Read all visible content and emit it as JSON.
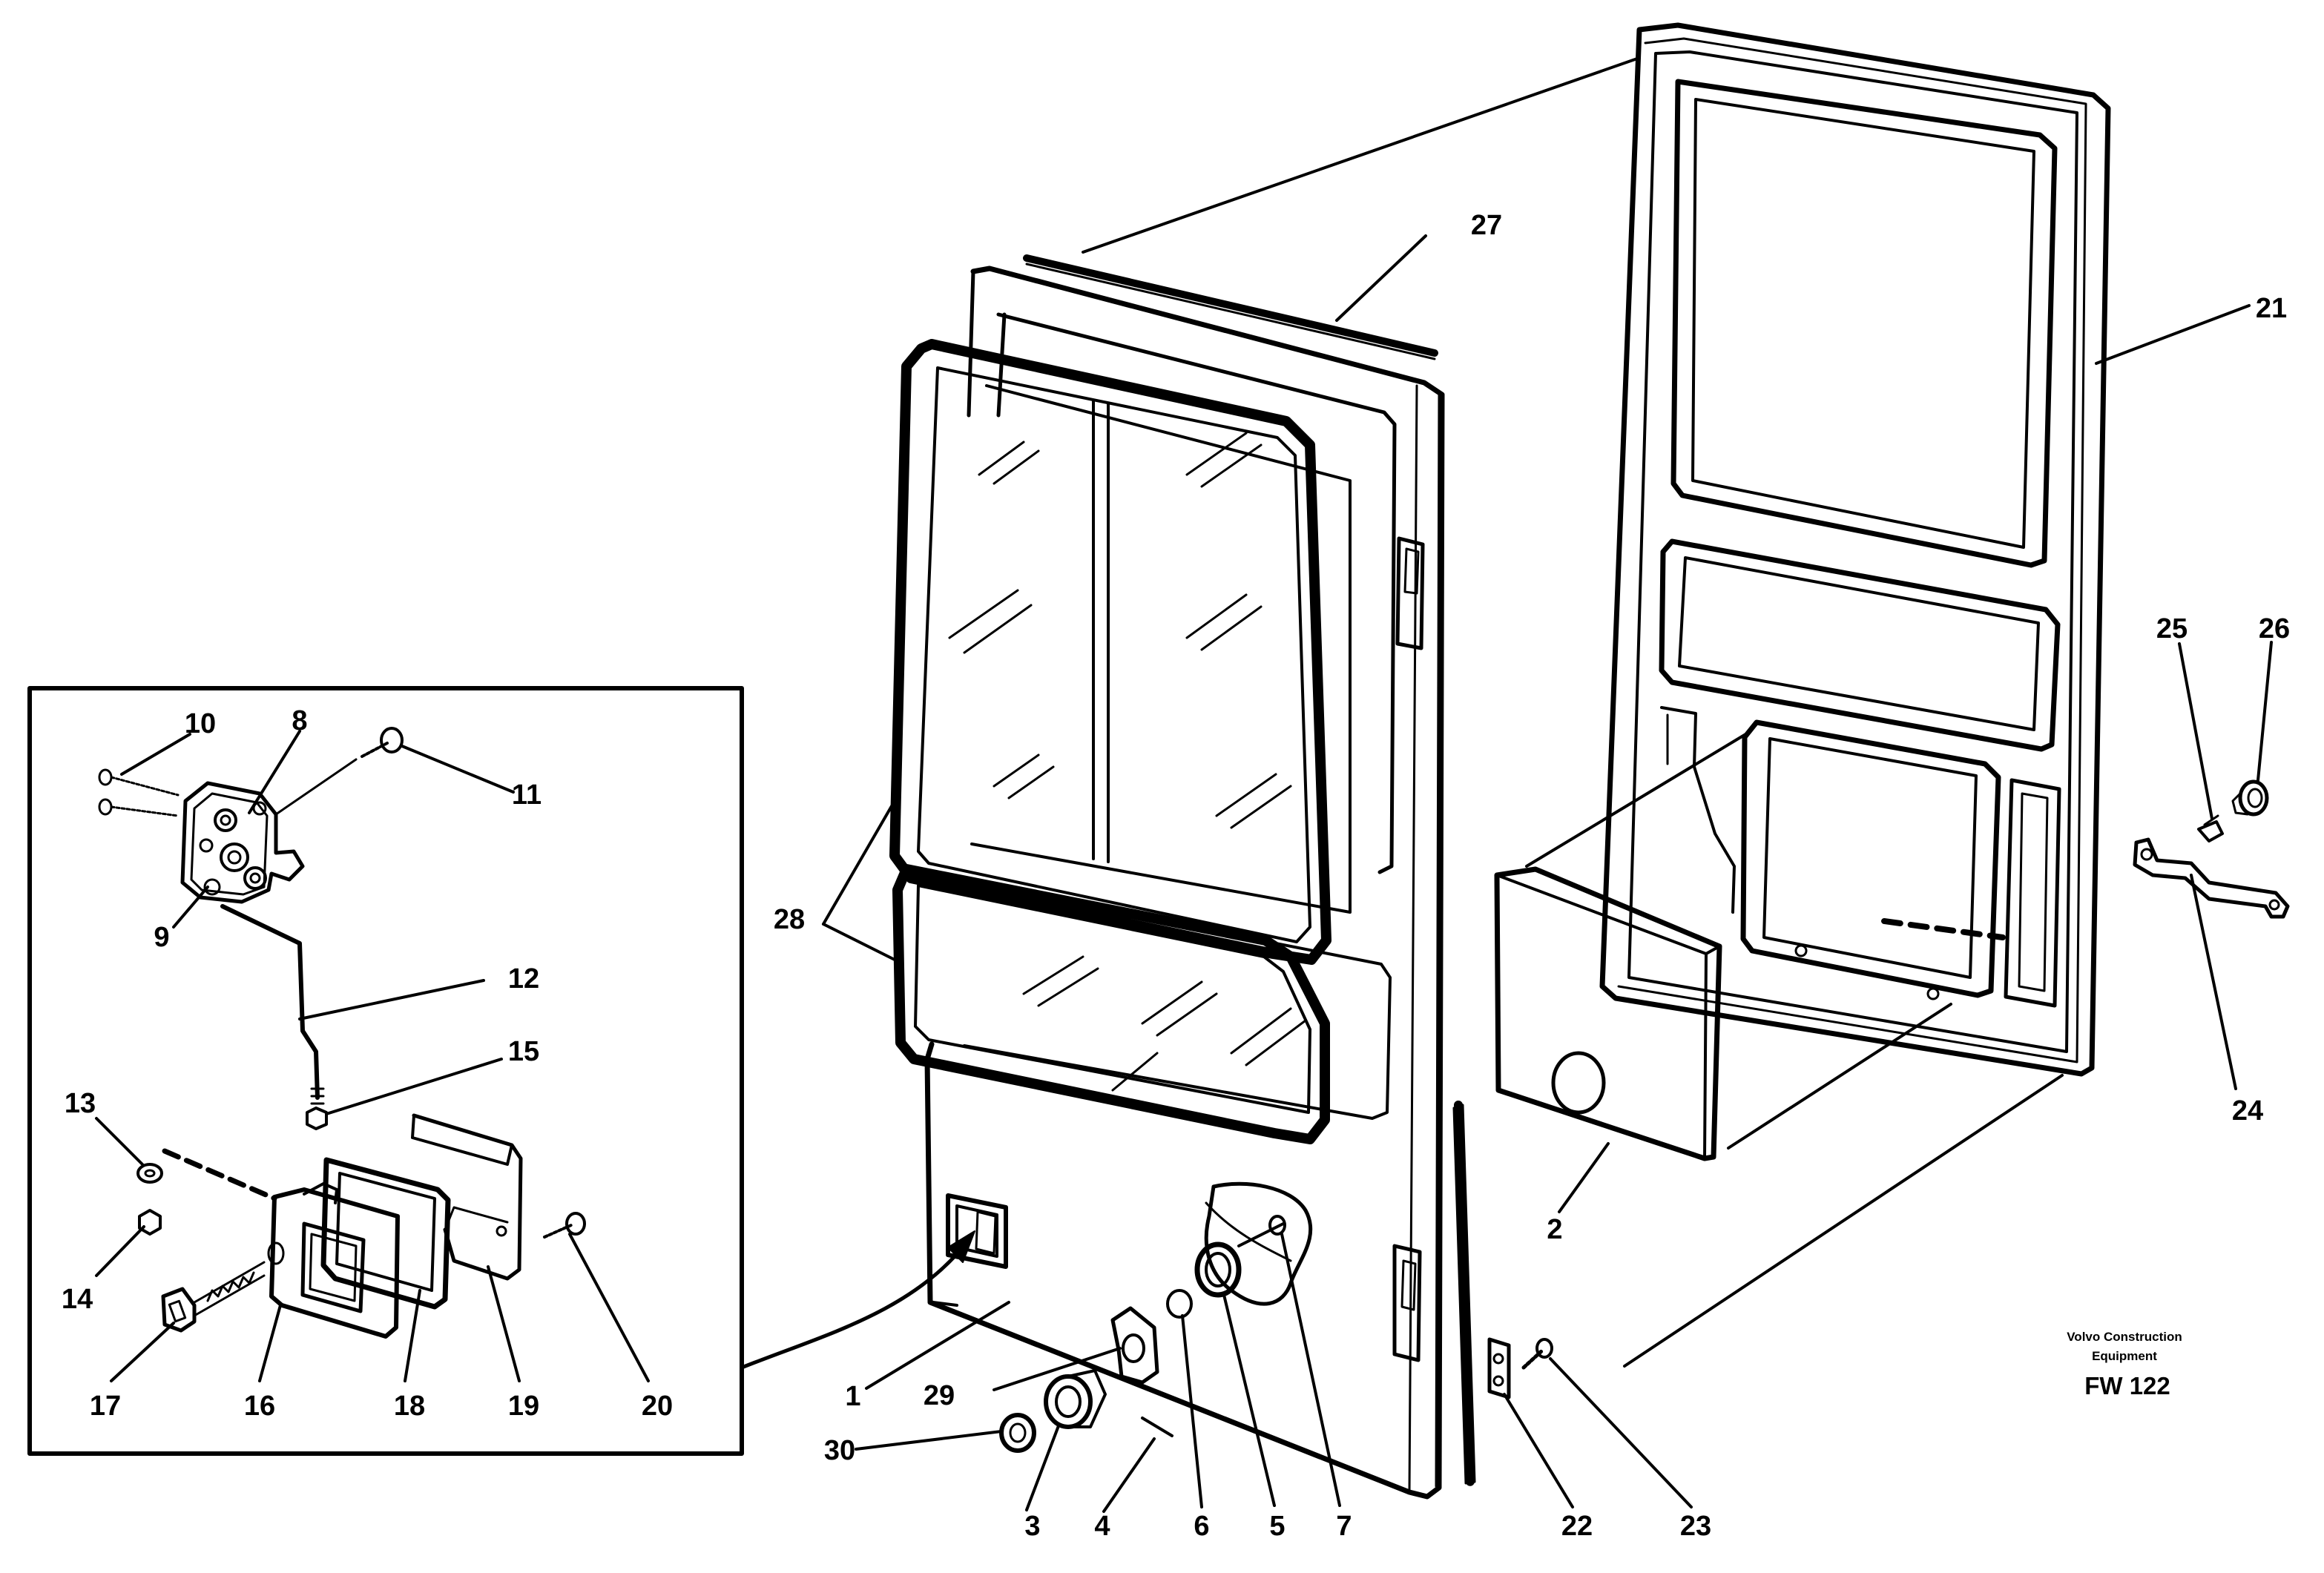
{
  "diagram": {
    "callouts": {
      "c1": "1",
      "c2": "2",
      "c3": "3",
      "c4": "4",
      "c5": "5",
      "c6": "6",
      "c7": "7",
      "c8": "8",
      "c9": "9",
      "c10": "10",
      "c11": "11",
      "c12": "12",
      "c13": "13",
      "c14": "14",
      "c15": "15",
      "c16": "16",
      "c17": "17",
      "c18": "18",
      "c19": "19",
      "c20": "20",
      "c21": "21",
      "c22": "22",
      "c23": "23",
      "c24": "24",
      "c25": "25",
      "c26": "26",
      "c27": "27",
      "c28": "28",
      "c29": "29",
      "c30": "30"
    },
    "credit_line1": "Volvo Construction",
    "credit_line2": "Equipment",
    "drawing_number": "FW 122"
  },
  "colors": {
    "ink": "#000000",
    "paper": "#ffffff"
  }
}
